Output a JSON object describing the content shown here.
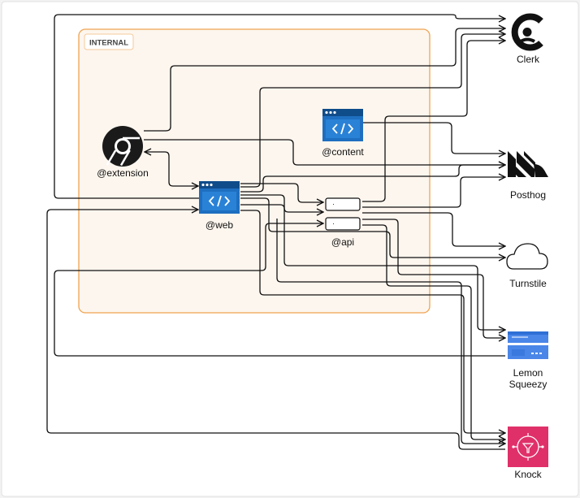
{
  "group": {
    "label": "INTERNAL"
  },
  "nodes": {
    "extension": {
      "label": "@extension",
      "icon": "chrome-icon"
    },
    "content": {
      "label": "@content",
      "icon": "browser-code-icon"
    },
    "web": {
      "label": "@web",
      "icon": "browser-code-icon"
    },
    "api": {
      "label": "@api",
      "icon": "server-icon",
      "dot": "·"
    },
    "clerk": {
      "label": "Clerk",
      "icon": "clerk-icon"
    },
    "posthog": {
      "label": "Posthog",
      "icon": "posthog-icon"
    },
    "turnstile": {
      "label": "Turnstile",
      "icon": "cloud-icon"
    },
    "lemon_line1": {
      "label": "Lemon",
      "icon": "credit-card-icon"
    },
    "lemon_line2": {
      "label": "Squeezy"
    },
    "knock": {
      "label": "Knock",
      "icon": "knock-icon"
    }
  },
  "colors": {
    "background": "#f3f3f3",
    "canvas": "#ffffff",
    "group_border": "#f0a350",
    "group_fill": "#fdf6ee",
    "browser_blue": "#1e6fc1",
    "browser_bar": "#0f4c8a",
    "lemon": "#4a86e8",
    "knock": "#e0306a",
    "wire": "#111111"
  }
}
